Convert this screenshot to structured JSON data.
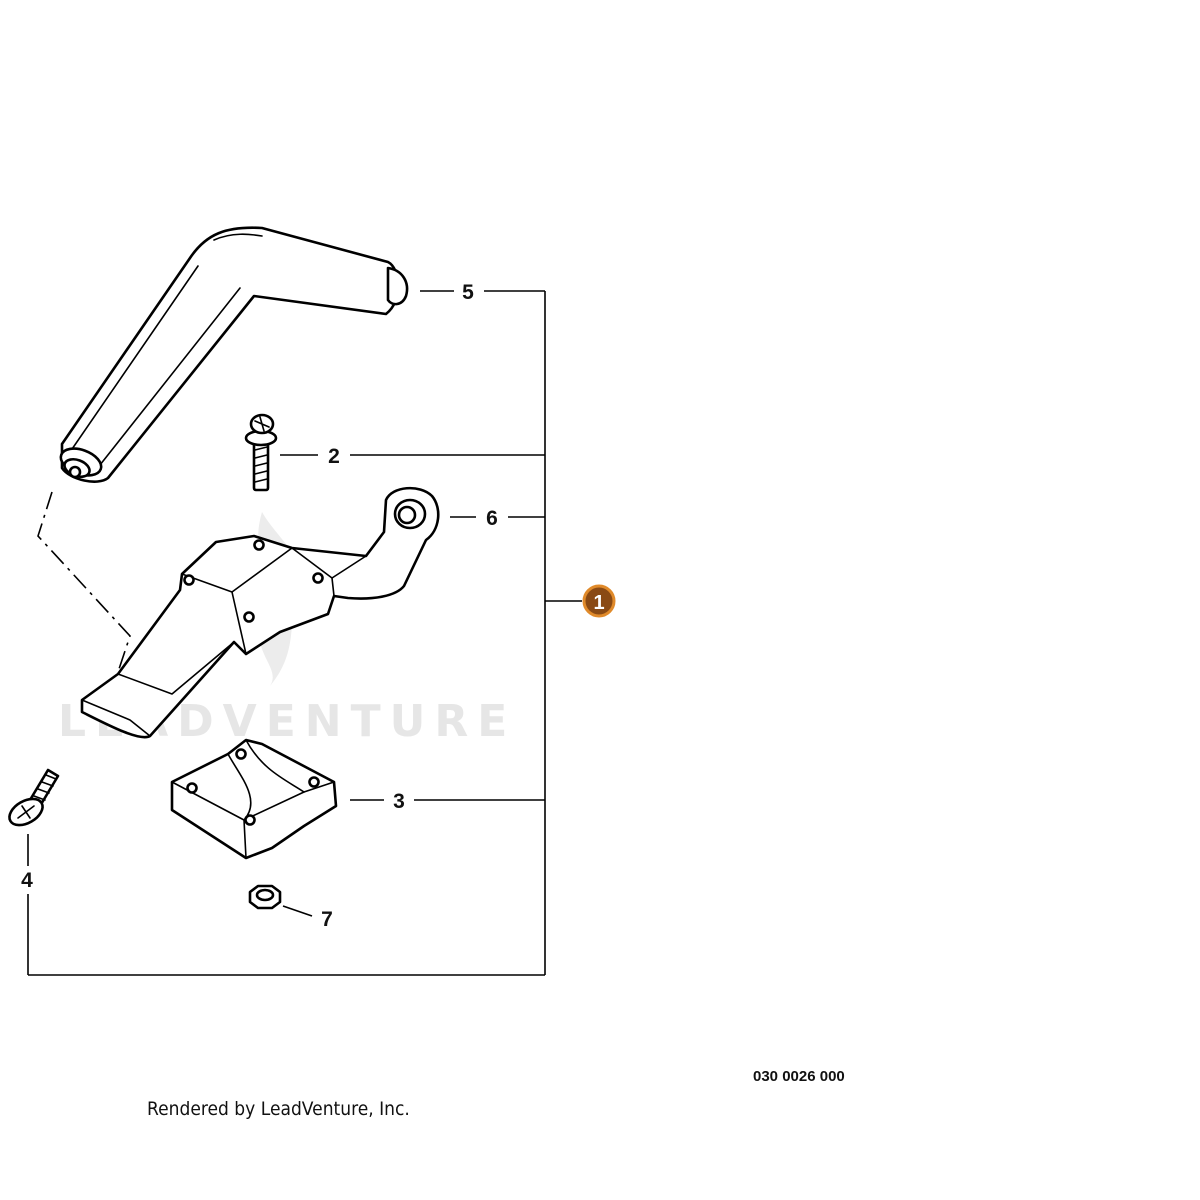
{
  "diagram": {
    "watermark": "LEADVENTURE",
    "assembly_callout": "1",
    "part_number": "030 0026 000",
    "credit": "Rendered by LeadVenture, Inc.",
    "colors": {
      "assembly_badge": "#8a4a14",
      "assembly_badge_ring": "#e08a2a",
      "watermark": "#e6e6e6"
    },
    "callouts": [
      {
        "id": "5",
        "part": "grip-handle"
      },
      {
        "id": "2",
        "part": "screw"
      },
      {
        "id": "6",
        "part": "handle-bracket"
      },
      {
        "id": "3",
        "part": "clamp-lower"
      },
      {
        "id": "4",
        "part": "screw"
      },
      {
        "id": "7",
        "part": "hex-nut"
      }
    ]
  }
}
